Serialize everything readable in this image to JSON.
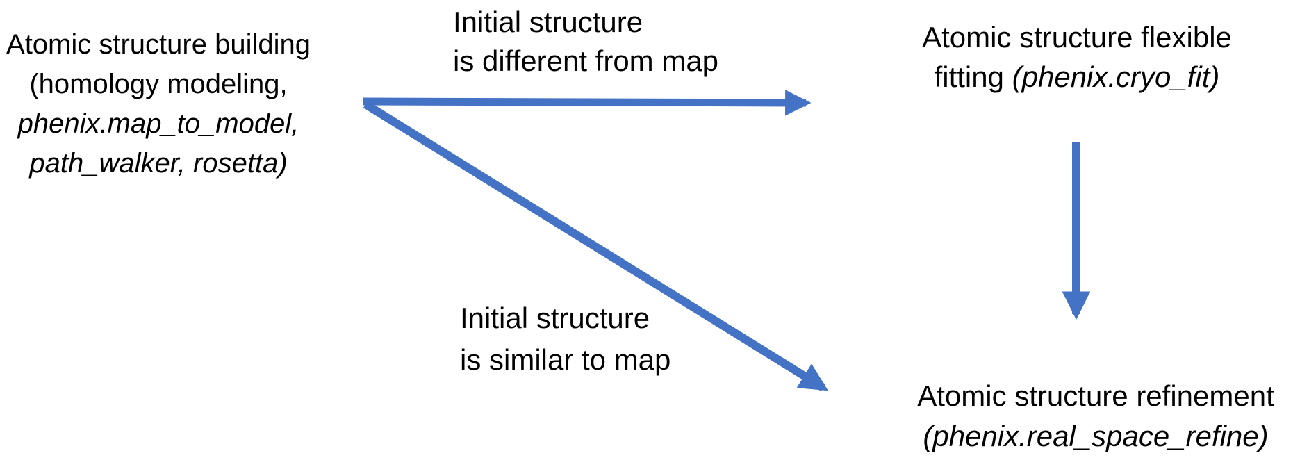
{
  "colors": {
    "arrow_blue": "#4472C4",
    "text": "#000000",
    "background": "#FFFFFF"
  },
  "nodes": {
    "building": {
      "line1": "Atomic structure building",
      "line2": "(homology modeling,",
      "line3": "phenix.map_to_model,",
      "line4": "path_walker, rosetta)"
    },
    "fitting": {
      "line1": "Atomic structure flexible",
      "line2_regular": "fitting ",
      "line2_italic": "(phenix.cryo_fit)"
    },
    "refinement": {
      "line1": "Atomic structure refinement",
      "line2": "(phenix.real_space_refine)"
    }
  },
  "condition_labels": {
    "different": {
      "line1": "Initial structure",
      "line2": "is different from map"
    },
    "similar": {
      "line1": "Initial structure",
      "line2": "is similar to map"
    }
  },
  "arrows": [
    {
      "from": "Atomic structure building",
      "to": "Atomic structure flexible fitting (phenix.cryo_fit)",
      "condition": "Initial structure is different from map",
      "direction": "right"
    },
    {
      "from": "Atomic structure building",
      "to": "Atomic structure refinement (phenix.real_space_refine)",
      "condition": "Initial structure is similar to map",
      "direction": "down-right"
    },
    {
      "from": "Atomic structure flexible fitting (phenix.cryo_fit)",
      "to": "Atomic structure refinement (phenix.real_space_refine)",
      "condition": "",
      "direction": "down"
    }
  ]
}
